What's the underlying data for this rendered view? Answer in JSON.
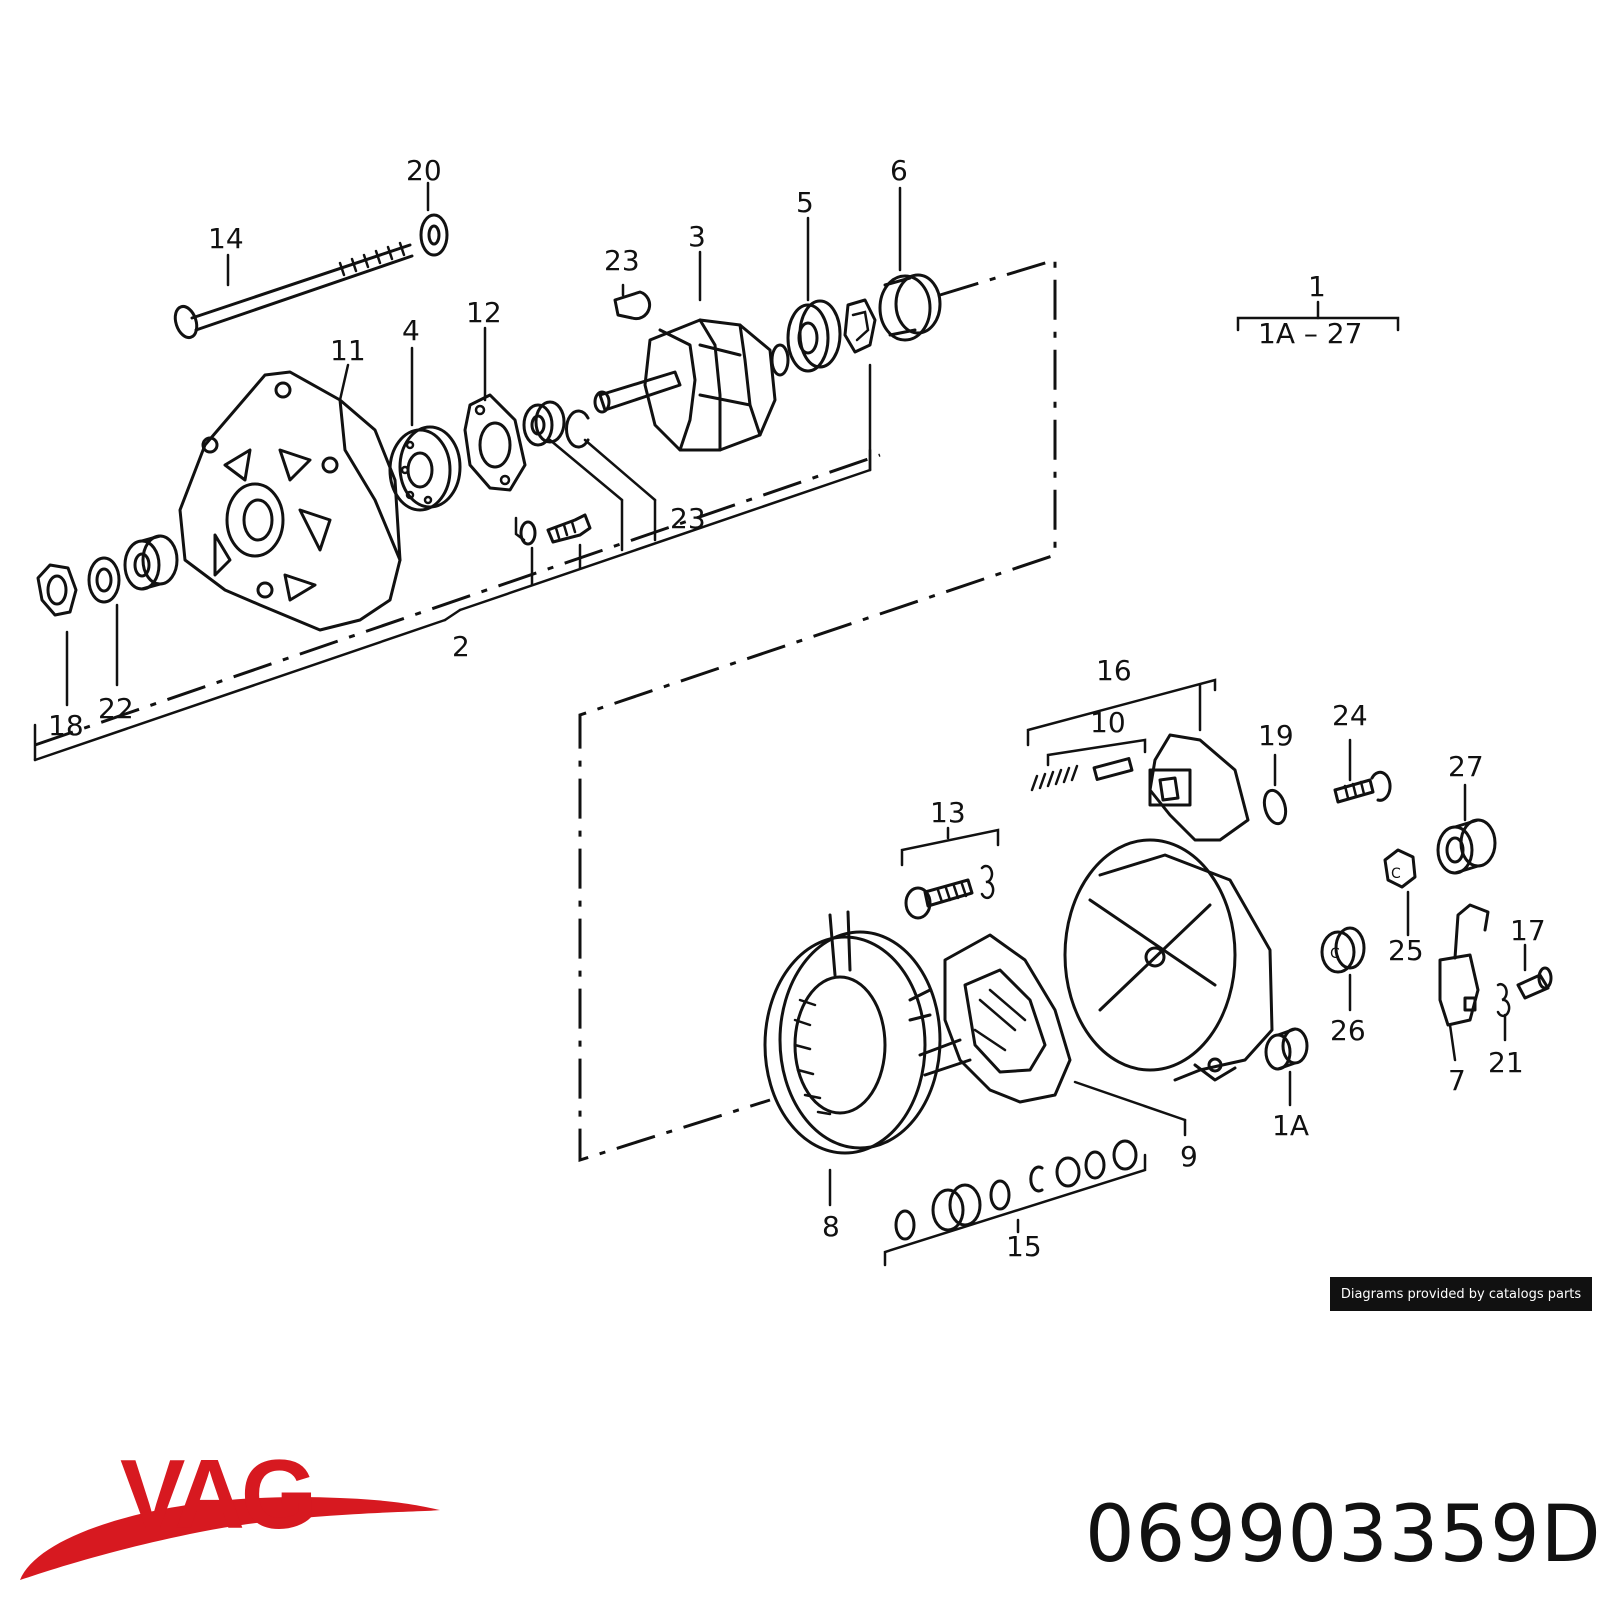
{
  "labels": {
    "l1": "1",
    "l1range": "1A – 27",
    "l2": "2",
    "l3": "3",
    "l4": "4",
    "l5": "5",
    "l6": "6",
    "l7": "7",
    "l8": "8",
    "l9": "9",
    "l10": "10",
    "l11": "11",
    "l12": "12",
    "l13": "13",
    "l14": "14",
    "l15": "15",
    "l16": "16",
    "l17": "17",
    "l18": "18",
    "l19": "19",
    "l20": "20",
    "l21": "21",
    "l22": "22",
    "l23a": "23",
    "l23b": "23",
    "l24": "24",
    "l25": "25",
    "l26": "26",
    "l27": "27",
    "l1A": "1A"
  },
  "watermark": "Diagrams provided by catalogs parts",
  "brand": {
    "logo_text": "VAG",
    "logo_color": "#d71920"
  },
  "part_number": "069903359D"
}
